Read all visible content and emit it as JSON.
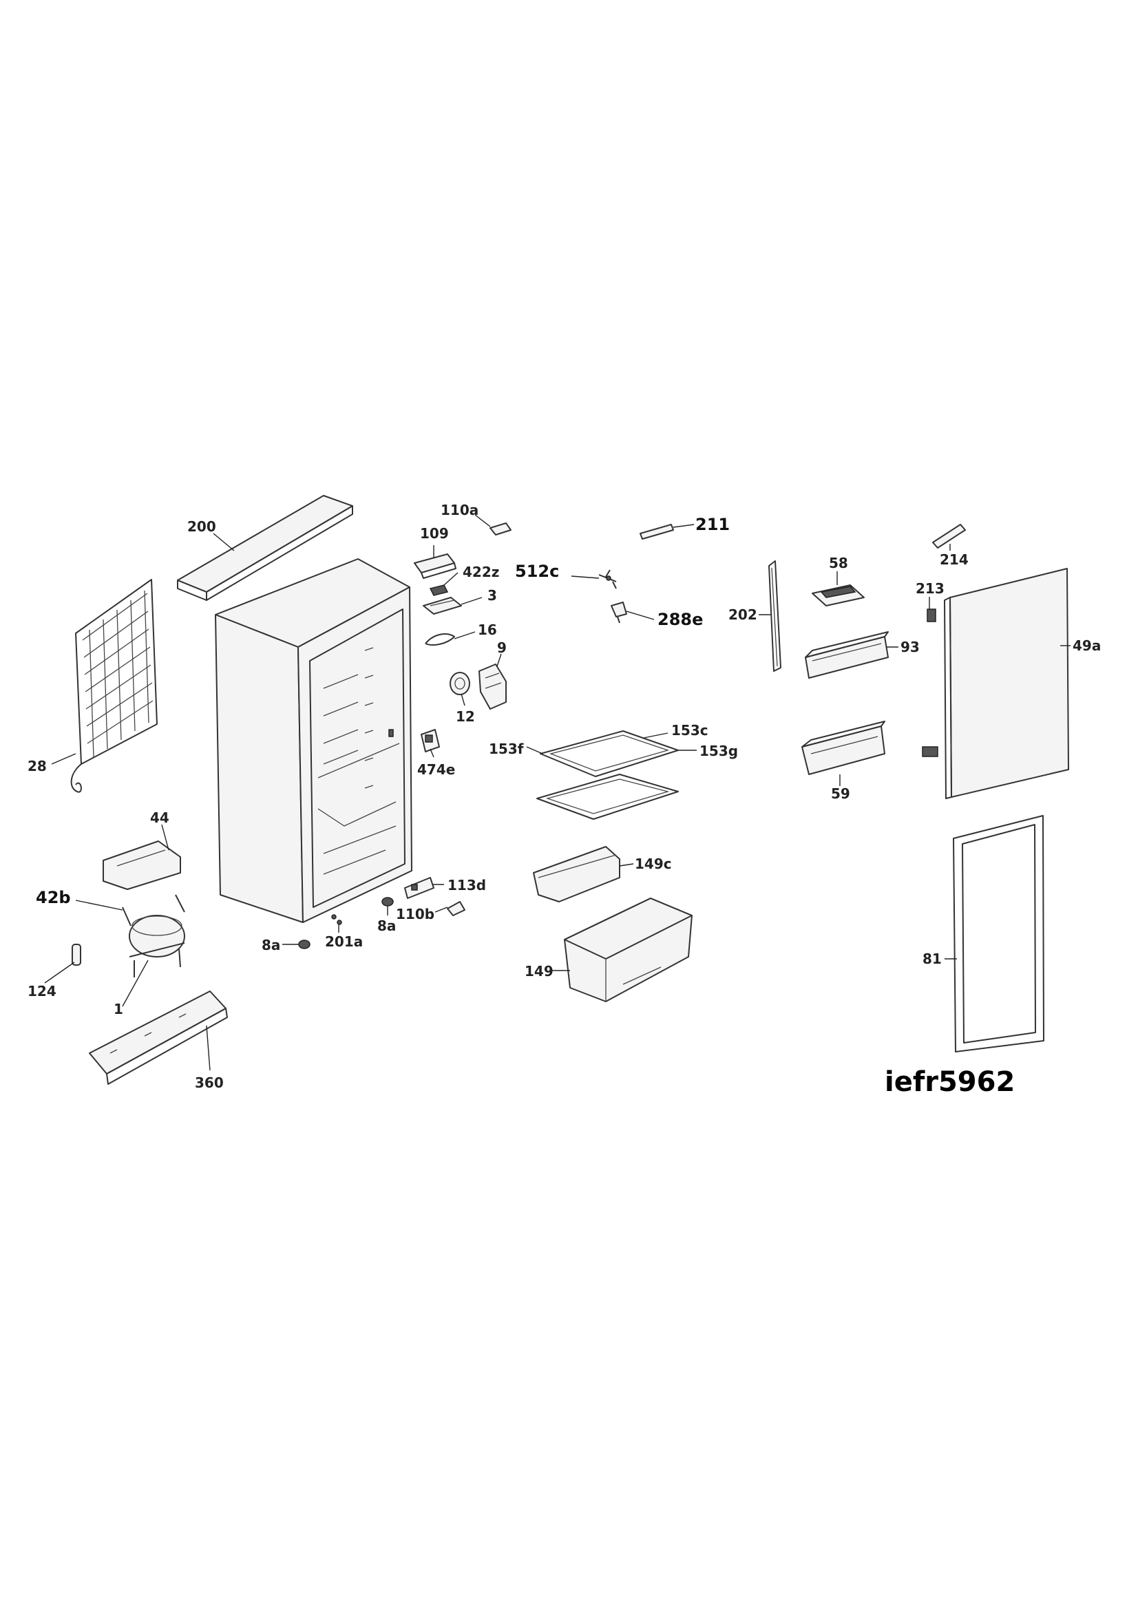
{
  "model_code": "iefr5962",
  "callouts": {
    "c200": "200",
    "c110a": "110a",
    "c109": "109",
    "c422z": "422z",
    "c3": "3",
    "c16": "16",
    "c9": "9",
    "c12": "12",
    "c474e": "474e",
    "c512c": "512c",
    "c211": "211",
    "c288e": "288e",
    "c202": "202",
    "c58": "58",
    "c214": "214",
    "c213": "213",
    "c93": "93",
    "c49a": "49a",
    "c59": "59",
    "c153c": "153c",
    "c153f": "153f",
    "c153g": "153g",
    "c149c": "149c",
    "c149": "149",
    "c113d": "113d",
    "c110b": "110b",
    "c8a_left": "8a",
    "c8a_right": "8a",
    "c201a": "201a",
    "c28": "28",
    "c44": "44",
    "c42b": "42b",
    "c124": "124",
    "c1": "1",
    "c360": "360",
    "c81": "81"
  }
}
